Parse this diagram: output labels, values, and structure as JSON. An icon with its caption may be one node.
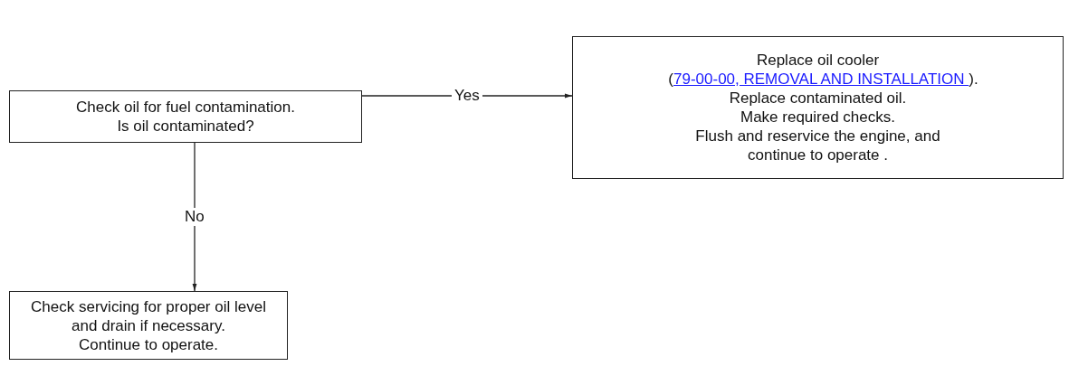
{
  "diagram": {
    "nodes": [
      {
        "text": [
          "Check oil for fuel contamination.",
          "Is oil contaminated?"
        ]
      },
      {
        "text": [
          "Replace oil cooler",
          "(79-00-00, REMOVAL AND INSTALLATION ).",
          "Replace contaminated oil.",
          "Make required checks.",
          "Flush and reservice the engine, and continue to operate ."
        ]
      },
      {
        "text": [
          "Check servicing for proper oil level and drain if necessary.",
          "Continue to operate."
        ]
      }
    ],
    "edges": [
      {
        "from": 0,
        "to": 1,
        "arrow": "to",
        "label": "Yes"
      },
      {
        "from": 0,
        "to": 2,
        "arrow": "to",
        "label": "No"
      }
    ]
  }
}
